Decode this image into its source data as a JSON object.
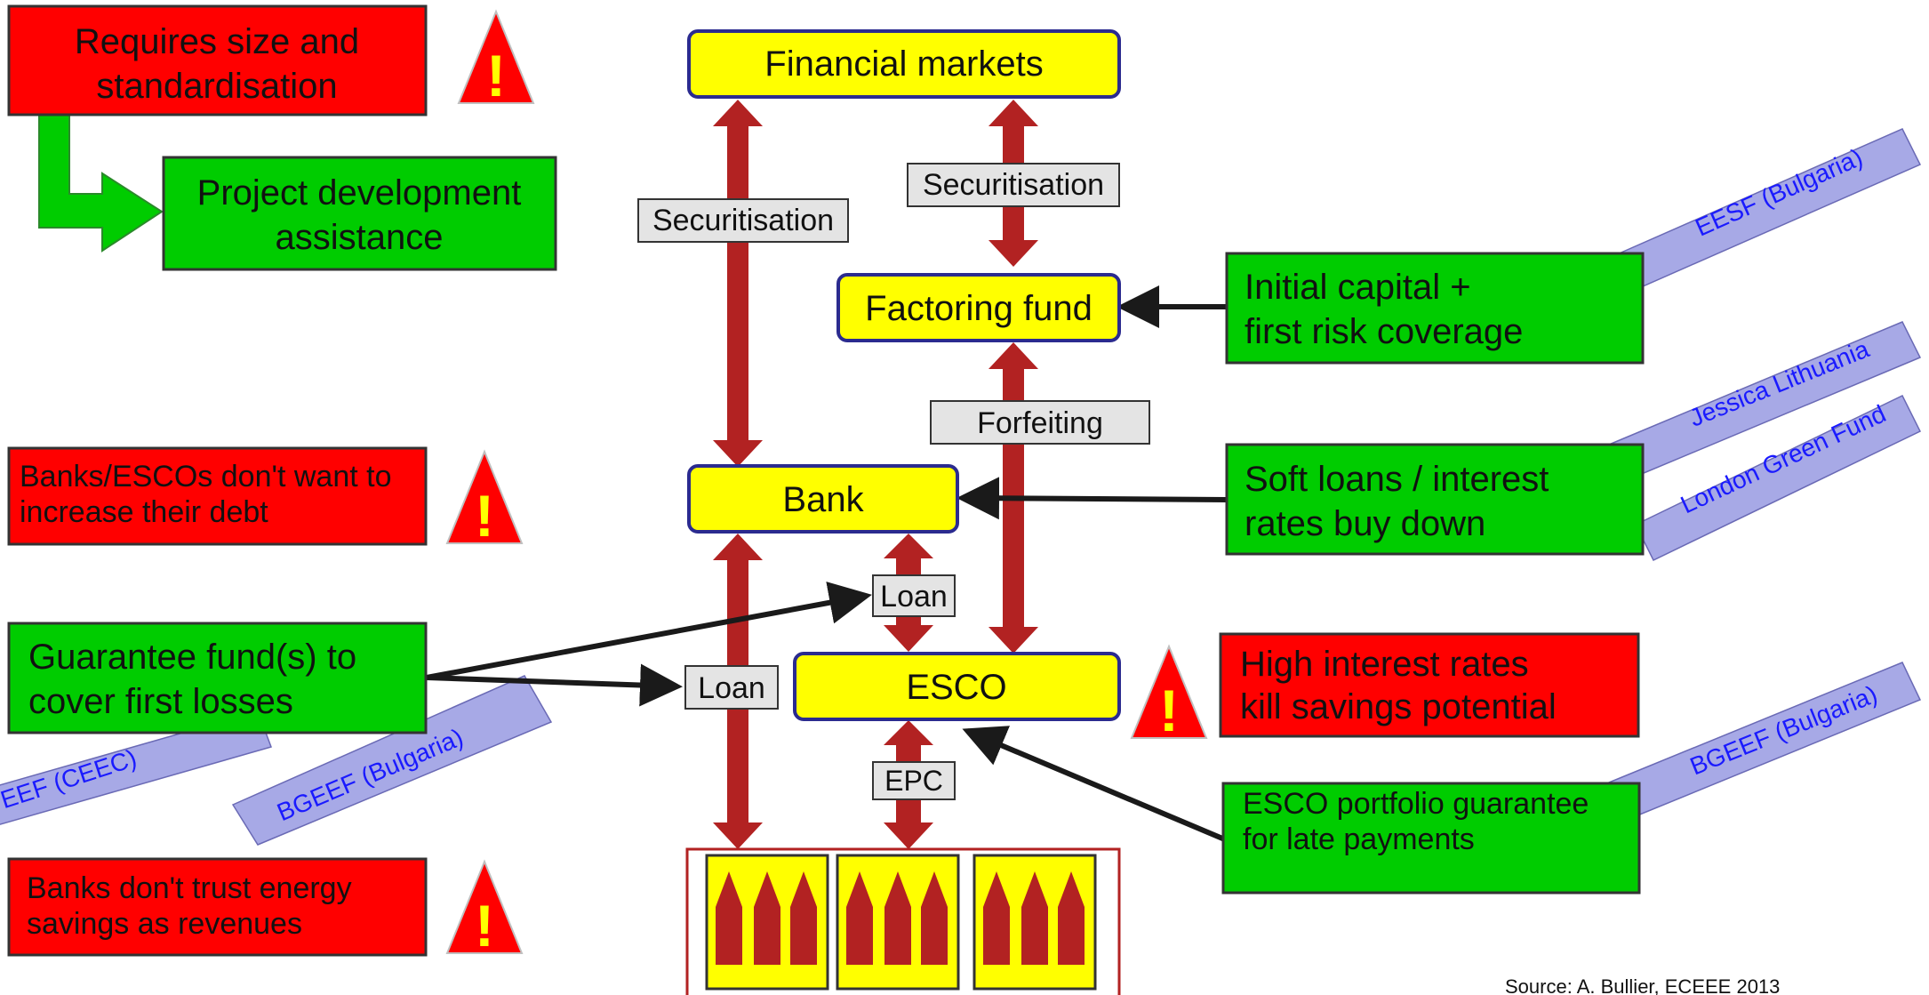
{
  "colors": {
    "red_box": "#ff0000",
    "green_box": "#00cc00",
    "yellow_box": "#ffff00",
    "yellow_border": "#2b2b8f",
    "dark_red_arrow": "#b22222",
    "label_box": "#e4e4e4",
    "tag_fill": "#a7a9e6",
    "tag_text": "#1a1aff",
    "warning": "#ff0000",
    "warning_mark": "#ffff00",
    "building": "#b22222"
  },
  "problems": {
    "size": "Requires size and standardisation",
    "debt": "Banks/ESCOs don't want to increase their debt",
    "trust": "Banks don't trust energy savings as revenues",
    "interest": "High interest rates kill savings potential"
  },
  "solutions": {
    "project_dev": "Project development assistance",
    "initial_capital": "Initial capital + first risk coverage",
    "soft_loans": "Soft loans / interest rates buy down",
    "guarantee_fund": "Guarantee fund(s) to cover first losses",
    "esco_portfolio": "ESCO portfolio guarantee for late payments"
  },
  "entities": {
    "financial_markets": "Financial markets",
    "factoring_fund": "Factoring fund",
    "bank": "Bank",
    "esco": "ESCO"
  },
  "flow_labels": {
    "securitisation_left": "Securitisation",
    "securitisation_right": "Securitisation",
    "forfeiting": "Forfeiting",
    "loan_upper": "Loan",
    "loan_lower": "Loan",
    "epc": "EPC"
  },
  "examples": {
    "eesf": "EESF (Bulgaria)",
    "jessica": "Jessica Lithuania",
    "london": "London Green Fund",
    "eef_ceec": "EEF (CEEC)",
    "bgeef_left": "BGEEF (Bulgaria)",
    "bgeef_right": "BGEEF (Bulgaria)"
  },
  "warning_icon": "exclamation-warning-icon",
  "source": "Source: A. Bullier, ECEEE 2013"
}
